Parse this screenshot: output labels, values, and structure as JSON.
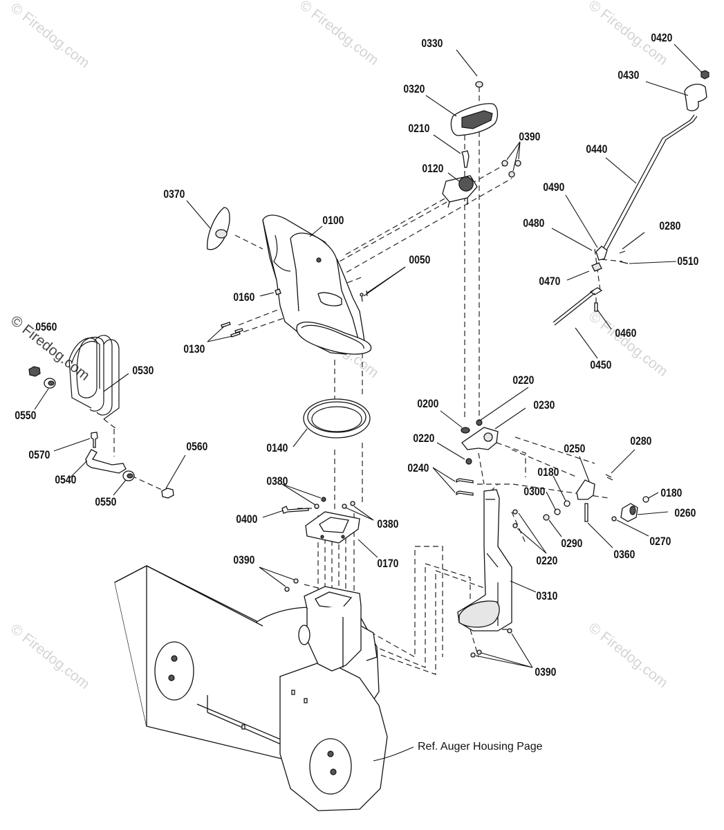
{
  "watermark": {
    "text": "© Firedog.com"
  },
  "callouts": [
    {
      "id": "p0330",
      "text": "0330"
    },
    {
      "id": "p0420",
      "text": "0420"
    },
    {
      "id": "p0430",
      "text": "0430"
    },
    {
      "id": "p0320",
      "text": "0320"
    },
    {
      "id": "p0210",
      "text": "0210"
    },
    {
      "id": "p0390a",
      "text": "0390"
    },
    {
      "id": "p0120",
      "text": "0120"
    },
    {
      "id": "p0440",
      "text": "0440"
    },
    {
      "id": "p0370",
      "text": "0370"
    },
    {
      "id": "p0490",
      "text": "0490"
    },
    {
      "id": "p0100",
      "text": "0100"
    },
    {
      "id": "p0480",
      "text": "0480"
    },
    {
      "id": "p0280a",
      "text": "0280"
    },
    {
      "id": "p0050",
      "text": "0050"
    },
    {
      "id": "p0510",
      "text": "0510"
    },
    {
      "id": "p0470",
      "text": "0470"
    },
    {
      "id": "p0160",
      "text": "0160"
    },
    {
      "id": "p0560a",
      "text": "0560"
    },
    {
      "id": "p0460",
      "text": "0460"
    },
    {
      "id": "p0130",
      "text": "0130"
    },
    {
      "id": "p0530",
      "text": "0530"
    },
    {
      "id": "p0450",
      "text": "0450"
    },
    {
      "id": "p0550a",
      "text": "0550"
    },
    {
      "id": "p0220a",
      "text": "0220"
    },
    {
      "id": "p0200",
      "text": "0200"
    },
    {
      "id": "p0230",
      "text": "0230"
    },
    {
      "id": "p0220b",
      "text": "0220"
    },
    {
      "id": "p0140",
      "text": "0140"
    },
    {
      "id": "p0570",
      "text": "0570"
    },
    {
      "id": "p0560b",
      "text": "0560"
    },
    {
      "id": "p0280b",
      "text": "0280"
    },
    {
      "id": "p0250",
      "text": "0250"
    },
    {
      "id": "p0240",
      "text": "0240"
    },
    {
      "id": "p0540",
      "text": "0540"
    },
    {
      "id": "p0180a",
      "text": "0180"
    },
    {
      "id": "p0380a",
      "text": "0380"
    },
    {
      "id": "p0550b",
      "text": "0550"
    },
    {
      "id": "p0300",
      "text": "0300"
    },
    {
      "id": "p0180b",
      "text": "0180"
    },
    {
      "id": "p0400",
      "text": "0400"
    },
    {
      "id": "p0380b",
      "text": "0380"
    },
    {
      "id": "p0260",
      "text": "0260"
    },
    {
      "id": "p0290",
      "text": "0290"
    },
    {
      "id": "p0270",
      "text": "0270"
    },
    {
      "id": "p0360",
      "text": "0360"
    },
    {
      "id": "p0220c",
      "text": "0220"
    },
    {
      "id": "p0170",
      "text": "0170"
    },
    {
      "id": "p0390b",
      "text": "0390"
    },
    {
      "id": "p0310",
      "text": "0310"
    },
    {
      "id": "p0390c",
      "text": "0390"
    }
  ],
  "reference_note": "Ref. Auger Housing Page"
}
